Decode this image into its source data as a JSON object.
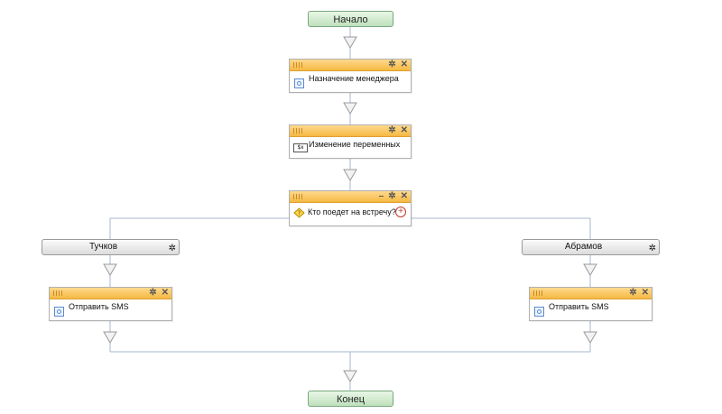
{
  "start": {
    "label": "Начало"
  },
  "end": {
    "label": "Конец"
  },
  "blocks": {
    "assign_manager": {
      "title": "Назначение менеджера",
      "icon": "activity-icon"
    },
    "change_vars": {
      "title": "Изменение переменных",
      "icon": "variables-icon"
    },
    "condition": {
      "title": "Кто поедет на встречу?",
      "icon": "condition-icon"
    },
    "sms_left": {
      "title": "Отправить SMS",
      "icon": "activity-icon"
    },
    "sms_right": {
      "title": "Отправить SMS",
      "icon": "activity-icon"
    }
  },
  "branches": {
    "left": {
      "label": "Тучков"
    },
    "right": {
      "label": "Абрамов"
    }
  },
  "icons": {
    "gear": "gear-icon",
    "close": "close-icon",
    "minimize": "minimize-icon",
    "add": "add-branch-icon",
    "arrow": "down-arrow-icon"
  },
  "colors": {
    "header": "#f5b942",
    "terminal": "#bfe0bc",
    "wire": "#a7b7cc",
    "arrow": "#9a9a9a"
  }
}
